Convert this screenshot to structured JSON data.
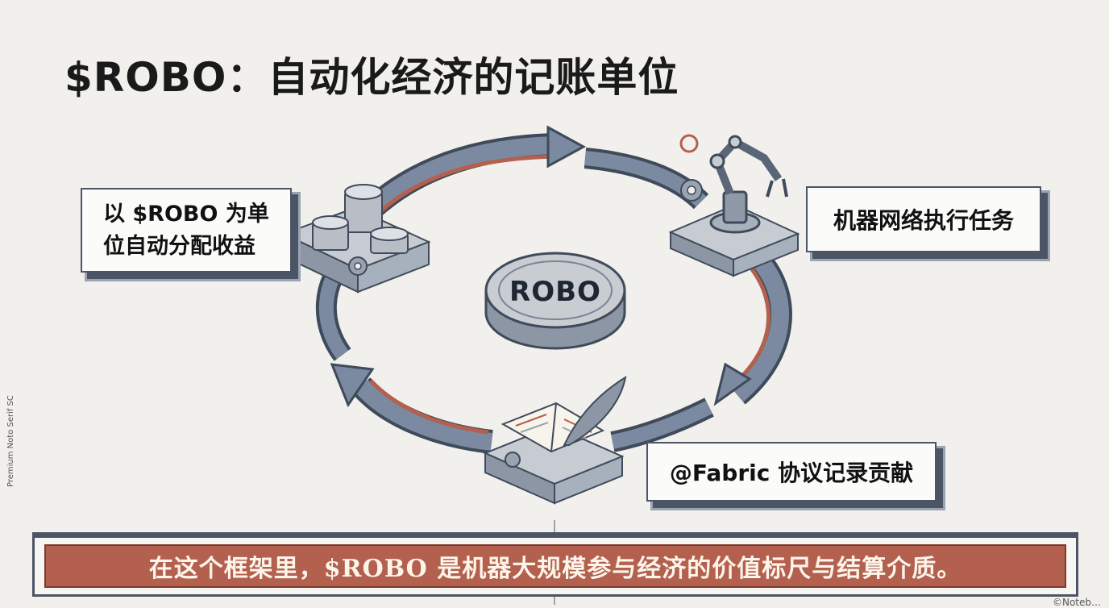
{
  "title": "$ROBO：自动化经济的记账单位",
  "nodes": {
    "left_label": "以 $ROBO 为单\n位自动分配收益",
    "right_label": "机器网络执行任务",
    "bottom_label": "@Fabric 协议记录贡献",
    "center_coin": "ROBO"
  },
  "footer": {
    "text": "在这个框架里，$ROBO 是机器大规模参与经济的价值标尺与结算介质。"
  },
  "margin_note": "Premium Noto Serif SC",
  "corner_note": "©Noteb…",
  "colors": {
    "arrow_fill": "#6f7f95",
    "arrow_dark": "#3f4a5a",
    "accent_red": "#b4604e",
    "coin_silver": "#c9ccd1"
  }
}
